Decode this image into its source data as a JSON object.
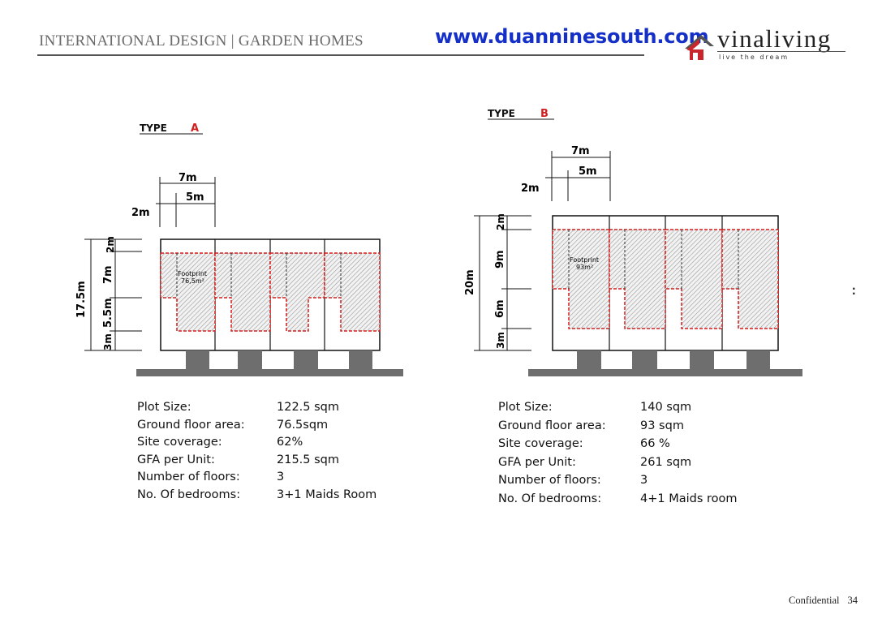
{
  "header": {
    "title": "INTERNATIONAL DESIGN | GARDEN HOMES",
    "url": "www.duanninesouth.com"
  },
  "logo": {
    "name": "vinaliving",
    "tagline": "live the dream",
    "icon": "house-logo-icon"
  },
  "colors": {
    "url": "#1530c8",
    "footprint_outline": "#d11f1f",
    "logo_red": "#c8262c",
    "ground": "#6e6e6e"
  },
  "type_a": {
    "title": "TYPE",
    "letter": "A",
    "dims": {
      "w_total": "7m",
      "w_inner": "5m",
      "w_side": "2m",
      "h_total": "17.5m",
      "h_front": "2m",
      "h_mid": "7m",
      "h_back": "5.5m",
      "h_rear": "3m"
    },
    "footprint_label": "Footprint",
    "footprint_area": "76,5m²",
    "specs": [
      {
        "label": "Plot Size:",
        "value": "122.5 sqm"
      },
      {
        "label": "Ground floor area:",
        "value": "76.5sqm"
      },
      {
        "label": "Site coverage:",
        "value": "62%"
      },
      {
        "label": "GFA per Unit:",
        "value": "215.5 sqm"
      },
      {
        "label": "Number of floors:",
        "value": "3"
      },
      {
        "label": "No. Of bedrooms:",
        "value": "3+1 Maids Room"
      }
    ]
  },
  "type_b": {
    "title": "TYPE",
    "letter": "B",
    "dims": {
      "w_total": "7m",
      "w_inner": "5m",
      "w_side": "2m",
      "h_total": "20m",
      "h_front": "2m",
      "h_mid": "9m",
      "h_back": "6m",
      "h_rear": "3m"
    },
    "footprint_label": "Footprint",
    "footprint_area": "93m²",
    "specs": [
      {
        "label": "Plot Size:",
        "value": "140 sqm"
      },
      {
        "label": "Ground floor area:",
        "value": "93 sqm"
      },
      {
        "label": "Site coverage:",
        "value": "66 %"
      },
      {
        "label": "GFA per Unit:",
        "value": "261 sqm"
      },
      {
        "label": "Number of floors:",
        "value": "3"
      },
      {
        "label": "No. Of bedrooms:",
        "value": "4+1 Maids room"
      }
    ]
  },
  "footer": {
    "label": "Confidential",
    "page": "34"
  }
}
